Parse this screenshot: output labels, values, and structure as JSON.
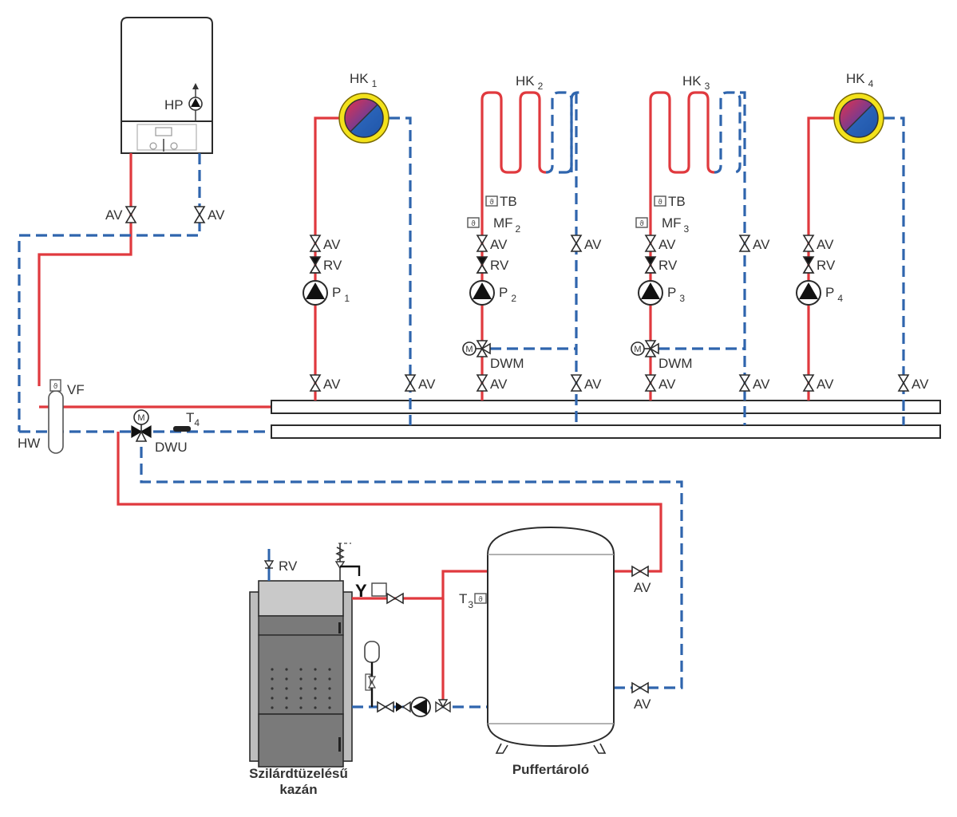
{
  "colors": {
    "supply": "#e0393e",
    "return": "#2f65ad",
    "outline": "#2b2b2b",
    "radiator_ring": "#f3e21b",
    "boiler_body": "#7a7a7a",
    "boiler_top": "#c8c8c8"
  },
  "wall_boiler": {
    "pump_label": "HP",
    "valve_supply_label": "AV",
    "valve_return_label": "AV"
  },
  "circuits": [
    {
      "id": "HK1",
      "name": "HK",
      "sub": "1",
      "emitter": "radiator",
      "supply_valve": "AV",
      "check_valve": "RV",
      "pump": "P",
      "pump_sub": "1",
      "bottom_supply_valve": "AV",
      "bottom_return_valve": "AV"
    },
    {
      "id": "HK2",
      "name": "HK",
      "sub": "2",
      "emitter": "floor-heating",
      "limiter": "TB",
      "sensor": "MF",
      "sensor_sub": "2",
      "supply_valve": "AV",
      "check_valve": "RV",
      "pump": "P",
      "pump_sub": "2",
      "return_valve": "AV",
      "mixer": "DWM",
      "mixer_motor": "M",
      "bottom_supply_valve": "AV",
      "bottom_return_valve": "AV"
    },
    {
      "id": "HK3",
      "name": "HK",
      "sub": "3",
      "emitter": "floor-heating",
      "limiter": "TB",
      "sensor": "MF",
      "sensor_sub": "3",
      "supply_valve": "AV",
      "check_valve": "RV",
      "pump": "P",
      "pump_sub": "3",
      "return_valve": "AV",
      "mixer": "DWM",
      "mixer_motor": "M",
      "bottom_supply_valve": "AV",
      "bottom_return_valve": "AV"
    },
    {
      "id": "HK4",
      "name": "HK",
      "sub": "4",
      "emitter": "radiator",
      "supply_valve": "AV",
      "check_valve": "RV",
      "pump": "P",
      "pump_sub": "4",
      "bottom_supply_valve": "AV",
      "bottom_return_valve": "AV"
    }
  ],
  "hydraulic": {
    "separator_label": "HW",
    "sensor_label": "VF",
    "diverter_label": "DWU",
    "diverter_motor": "M",
    "temp_sensor": "T",
    "temp_sensor_sub": "4"
  },
  "solid_boiler": {
    "label_line1": "Szilárdtüzelésű",
    "label_line2": "kazán",
    "check_valve_label": "RV",
    "safety_label": "Y"
  },
  "buffer": {
    "label": "Puffertároló",
    "sensor_label": "T",
    "sensor_sub": "3",
    "upper_valve_label": "AV",
    "lower_valve_label": "AV"
  }
}
